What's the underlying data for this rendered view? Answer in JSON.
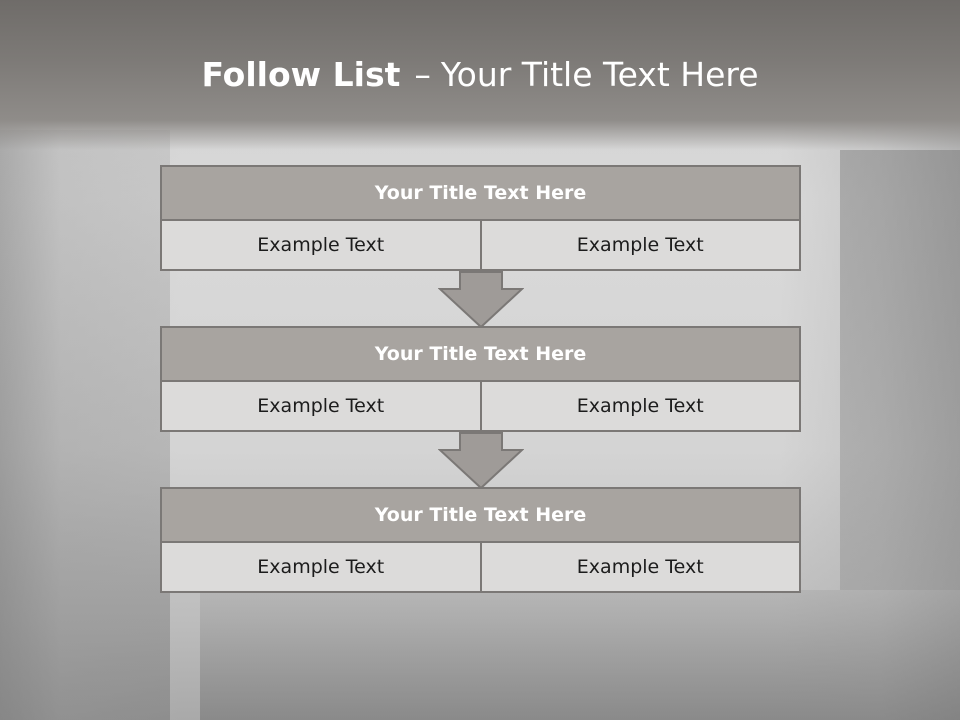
{
  "header": {
    "title_bold": "Follow List",
    "title_dash": "–",
    "title_rest": "Your Title Text Here"
  },
  "blocks": [
    {
      "title": "Your Title Text Here",
      "left": "Example Text",
      "right": "Example Text"
    },
    {
      "title": "Your Title Text Here",
      "left": "Example Text",
      "right": "Example Text"
    },
    {
      "title": "Your Title Text Here",
      "left": "Example Text",
      "right": "Example Text"
    }
  ],
  "colors": {
    "header_band": "#7d7a77",
    "block_title_fill": "#a8a4a0",
    "cell_fill": "#dcdbda",
    "border": "#7b7876",
    "arrow_fill": "#9f9b98"
  },
  "icons": [
    "down-arrow-icon"
  ]
}
